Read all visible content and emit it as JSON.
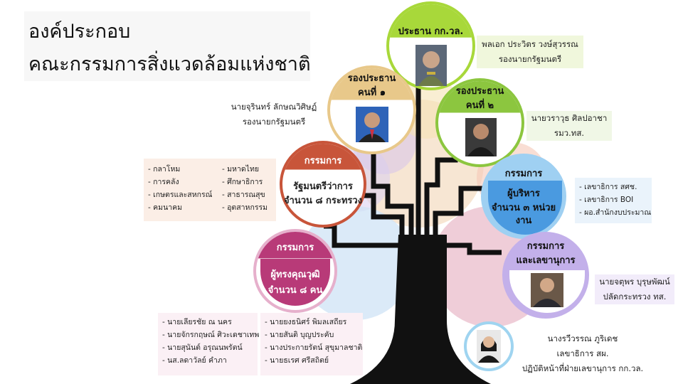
{
  "title": {
    "line1": "องค์ประกอบ",
    "line2": "คณะกรรมการสิ่งแวดล้อมแห่งชาติ"
  },
  "chair": {
    "label": "ประธาน กก.วล.",
    "name": "พลเอก ประวิตร วงษ์สุวรรณ",
    "position": "รองนายกรัฐมนตรี"
  },
  "vice1": {
    "label_line1": "รองประธาน",
    "label_line2": "คนที่ ๑",
    "name": "นายจุรินทร์ ลักษณวิศิษฏ์",
    "position": "รองนายกรัฐมนตรี"
  },
  "vice2": {
    "label_line1": "รองประธาน",
    "label_line2": "คนที่ ๒",
    "name": "นายวราวุธ ศิลปอาชา",
    "position": "รมว.ทส."
  },
  "ministers": {
    "header": "กรรมการ",
    "line1": "รัฐมนตรีว่าการ",
    "line2": "จำนวน ๘ กระทรวง",
    "list_left": [
      "- กลาโหม",
      "- การคลัง",
      "- เกษตรและสหกรณ์",
      "- คมนาคม"
    ],
    "list_right": [
      "- มหาดไทย",
      "- ศึกษาธิการ",
      "- สาธารณสุข",
      "- อุตสาหกรรม"
    ]
  },
  "executives": {
    "header": "กรรมการ",
    "line1": "ผู้บริหาร",
    "line2": "จำนวน ๓ หน่วยงาน",
    "list": [
      "- เลขาธิการ สศช.",
      "- เลขาธิการ BOI",
      "- ผอ.สำนักงบประมาณ"
    ]
  },
  "experts": {
    "header": "กรรมการ",
    "line1": "ผู้ทรงคุณวุฒิ",
    "line2": "จำนวน ๘ คน",
    "list_left": [
      "- นายเลียรชัย ณ นคร",
      "- นายจักรกฤษณ์ ศิวะเดชาเทพ",
      "- นายสุนันต์ อรุณนพรัตน์",
      "- นส.ลดาวัลย์ คำภา"
    ],
    "list_right": [
      "- นายยงธนิศร์ พิมลเสถียร",
      "- นายสันติ บุญประคับ",
      "- นางประกายรัตน์ สุขุมาลชาติ",
      "- นายธเรศ ศรีสถิตย์"
    ]
  },
  "secretary": {
    "header_line1": "กรรมการ",
    "header_line2": "และเลขานุการ",
    "name": "นายจตุพร บุรุษพัฒน์",
    "position": "ปลัดกระทรวง ทส."
  },
  "assistant": {
    "name": "นางรวีวรรณ ภูริเดช",
    "position": "เลขาธิการ สผ.",
    "role": "ปฏิบัติหน้าที่ฝ่ายเลขานุการ กก.วล."
  },
  "colors": {
    "chair": "#a8d83a",
    "vice1": "#e8c88a",
    "vice2": "#8cc63f",
    "ministers": "#c8553a",
    "executives": "#3f8fd8",
    "experts": "#b83a78",
    "secretary": "#9b7ad8",
    "assistant": "#9fd4f0",
    "trunk": "#111111"
  }
}
